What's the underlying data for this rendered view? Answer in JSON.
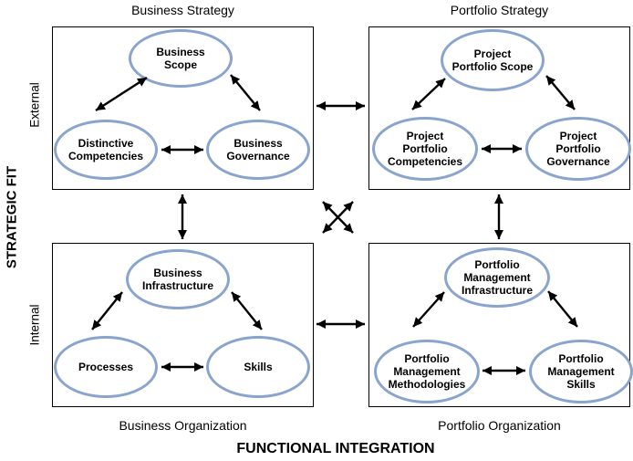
{
  "diagram": {
    "left_axis": {
      "title": "STRATEGIC FIT",
      "top_label": "External",
      "bottom_label": "Internal"
    },
    "bottom_axis": {
      "title": "FUNCTIONAL INTEGRATION"
    },
    "colors": {
      "ellipse_stroke": "#8aa4ce",
      "arrow": "#000000",
      "box_border": "#000000",
      "background": "#ffffff"
    },
    "quadrants": [
      {
        "id": "business-strategy",
        "title": "Business Strategy",
        "nodes": [
          {
            "id": "business-scope",
            "lines": [
              "Business",
              "Scope"
            ]
          },
          {
            "id": "distinctive-competencies",
            "lines": [
              "Distinctive",
              "Competencies"
            ]
          },
          {
            "id": "business-governance",
            "lines": [
              "Business",
              "Governance"
            ]
          }
        ]
      },
      {
        "id": "portfolio-strategy",
        "title": "Portfolio Strategy",
        "nodes": [
          {
            "id": "project-portfolio-scope",
            "lines": [
              "Project",
              "Portfolio Scope"
            ]
          },
          {
            "id": "project-portfolio-competencies",
            "lines": [
              "Project",
              "Portfolio",
              "Competencies"
            ]
          },
          {
            "id": "project-portfolio-governance",
            "lines": [
              "Project",
              "Portfolio",
              "Governance"
            ]
          }
        ]
      },
      {
        "id": "business-organization",
        "title": "Business Organization",
        "nodes": [
          {
            "id": "business-infrastructure",
            "lines": [
              "Business",
              "Infrastructure"
            ]
          },
          {
            "id": "processes",
            "lines": [
              "Processes"
            ]
          },
          {
            "id": "skills",
            "lines": [
              "Skills"
            ]
          }
        ]
      },
      {
        "id": "portfolio-organization",
        "title": "Portfolio Organization",
        "nodes": [
          {
            "id": "portfolio-management-infrastructure",
            "lines": [
              "Portfolio",
              "Management",
              "Infrastructure"
            ]
          },
          {
            "id": "portfolio-management-methodologies",
            "lines": [
              "Portfolio",
              "Management",
              "Methodologies"
            ]
          },
          {
            "id": "portfolio-management-skills",
            "lines": [
              "Portfolio",
              "Management",
              "Skills"
            ]
          }
        ]
      }
    ]
  }
}
